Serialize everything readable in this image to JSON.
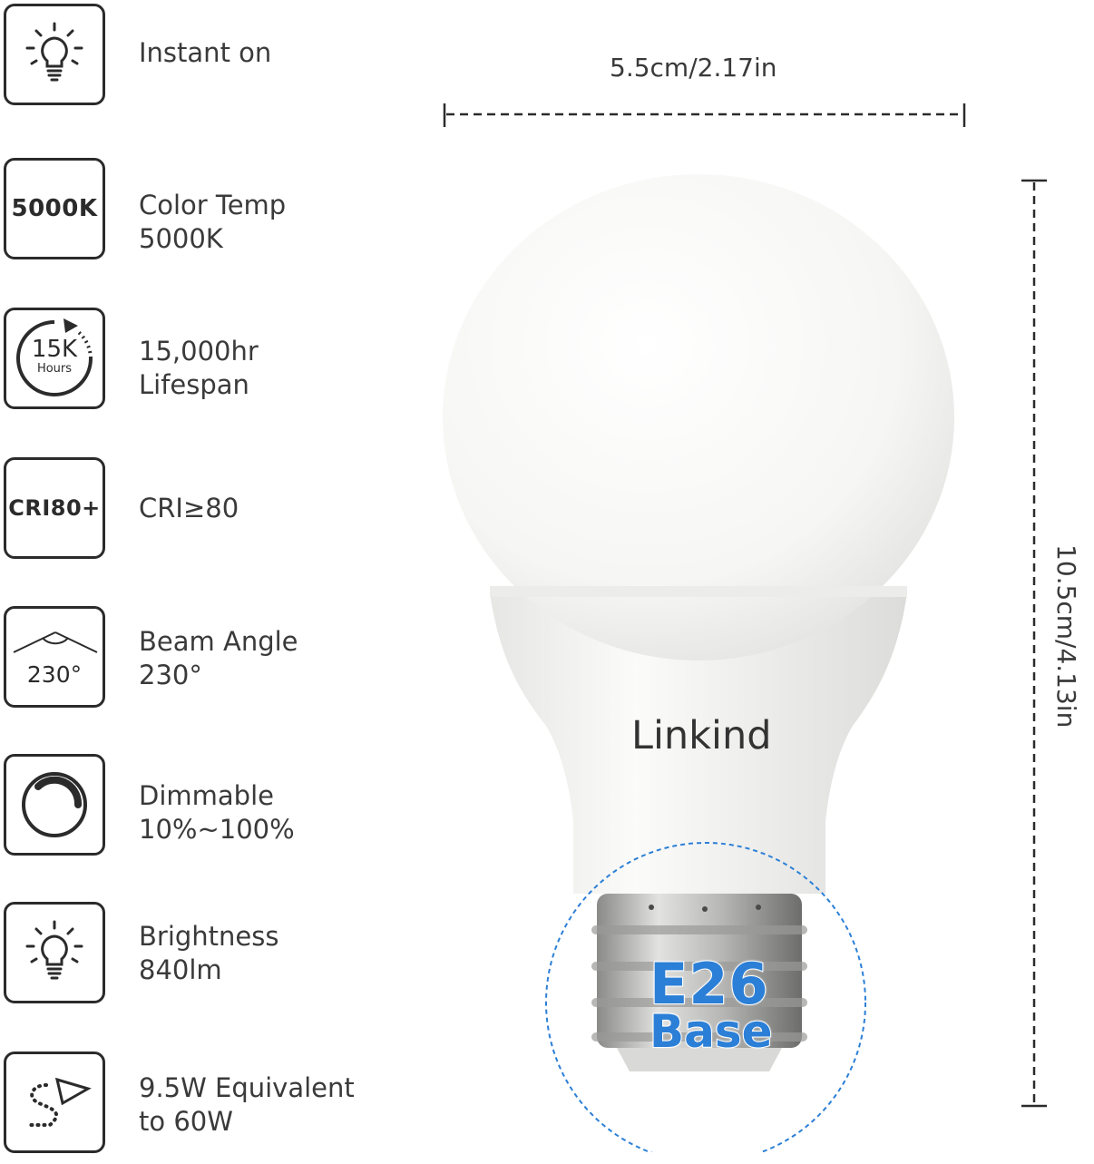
{
  "features": [
    {
      "icon": "lightbulb-icon",
      "lines": [
        "Instant on"
      ]
    },
    {
      "badge": "5000K",
      "lines": [
        "Color Temp",
        "5000K"
      ]
    },
    {
      "icon": "lifespan-icon",
      "badge_big": "15K",
      "badge_small": "Hours",
      "lines": [
        "15,000hr",
        "Lifespan"
      ]
    },
    {
      "badge": "CRI80+",
      "lines": [
        "CRI≥80"
      ]
    },
    {
      "icon": "beam-angle-icon",
      "badge": "230°",
      "lines": [
        "Beam Angle",
        "230°"
      ]
    },
    {
      "icon": "dimmer-icon",
      "lines": [
        "Dimmable",
        "10%~100%"
      ]
    },
    {
      "icon": "lightbulb-icon",
      "lines": [
        "Brightness",
        "840lm"
      ]
    },
    {
      "icon": "energy-saving-icon",
      "lines": [
        "9.5W Equivalent",
        "to 60W"
      ]
    }
  ],
  "dimensions": {
    "width": "5.5cm/2.17in",
    "height": "10.5cm/4.13in"
  },
  "product": {
    "brand": "Linkind",
    "base_line1": "E26",
    "base_line2": "Base"
  },
  "colors": {
    "accent": "#2b7fd6",
    "outline": "#2b2b2b",
    "text": "#3a3a3a"
  }
}
